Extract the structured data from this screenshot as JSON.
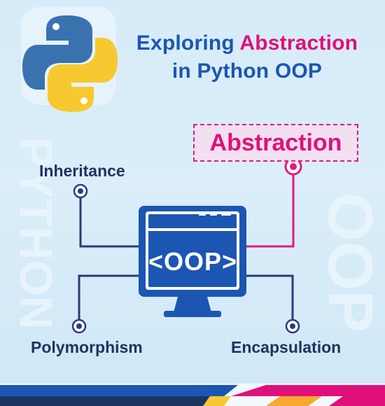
{
  "title": {
    "part1": "Exploring ",
    "accent": "Abstraction",
    "line2": "in Python OOP"
  },
  "nodes": {
    "abstraction": "Abstraction",
    "inheritance": "Inheritance",
    "polymorphism": "Polymorphism",
    "encapsulation": "Encapsulation"
  },
  "center": {
    "label": "<OOP>"
  },
  "watermark": {
    "left": "PYTHON",
    "right": "OOP"
  },
  "colors": {
    "blue": "#1c56b3",
    "magenta": "#e0107a",
    "navy": "#1d3461",
    "python_yellow": "#f7c830",
    "python_blue": "#3a72b0"
  },
  "icons": [
    "python-logo-icon",
    "monitor-icon"
  ]
}
